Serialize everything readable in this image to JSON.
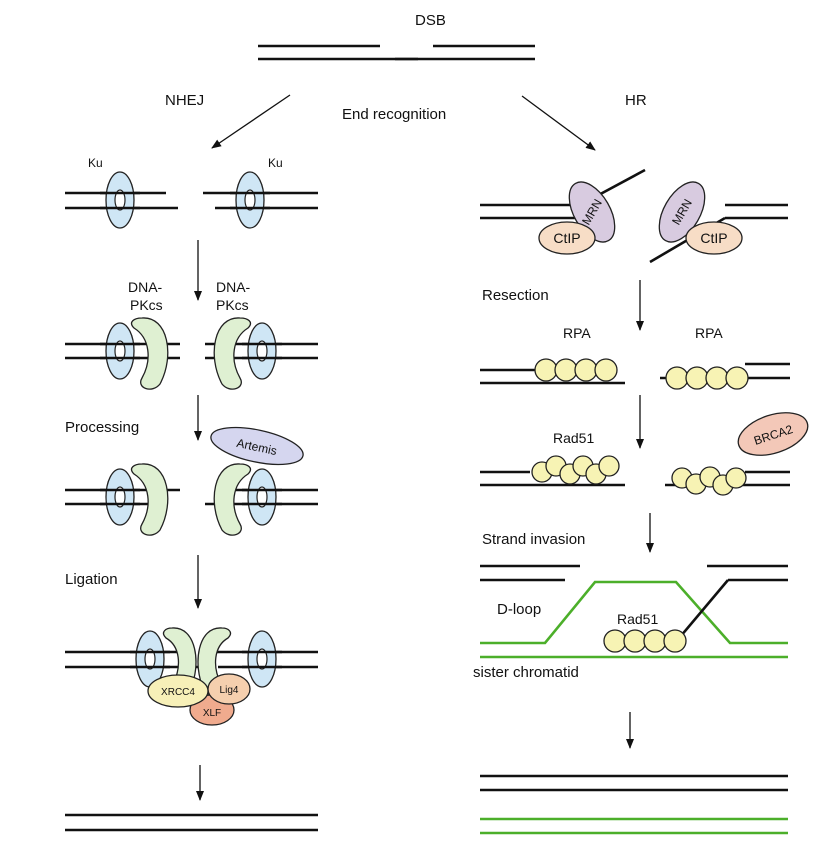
{
  "top": {
    "dsb": "DSB",
    "nhej": "NHEJ",
    "hr": "HR",
    "end_recognition": "End recognition"
  },
  "nhej": {
    "ku_left": "Ku",
    "ku_right": "Ku",
    "dnapkcs_left_1": "DNA-",
    "dnapkcs_left_2": "PKcs",
    "dnapkcs_right_1": "DNA-",
    "dnapkcs_right_2": "PKcs",
    "processing": "Processing",
    "artemis": "Artemis",
    "ligation": "Ligation",
    "xrcc4": "XRCC4",
    "lig4": "Lig4",
    "xlf": "XLF"
  },
  "hr": {
    "mrn_left": "MRN",
    "ctip_left": "CtIP",
    "mrn_right": "MRN",
    "ctip_right": "CtIP",
    "resection": "Resection",
    "rpa_left": "RPA",
    "rpa_right": "RPA",
    "rad51": "Rad51",
    "brca2": "BRCA2",
    "strand_invasion": "Strand invasion",
    "dloop": "D-loop",
    "rad51_dloop": "Rad51",
    "sister_chromatid": "sister chromatid"
  }
}
